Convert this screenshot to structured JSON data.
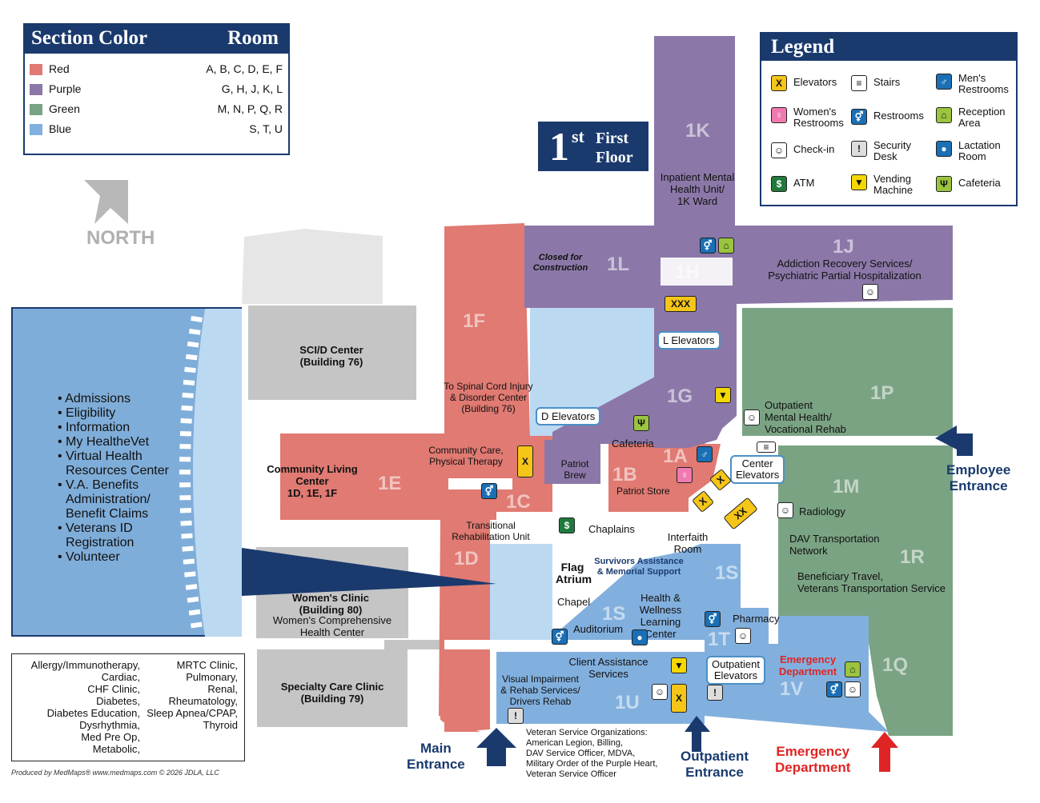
{
  "section_table": {
    "header_left": "Section Color",
    "header_right": "Room",
    "rows": [
      {
        "name": "Red",
        "rooms": "A, B, C, D, E, F",
        "color": "#e07a72"
      },
      {
        "name": "Purple",
        "rooms": "G, H, J, K, L",
        "color": "#8b78a8"
      },
      {
        "name": "Green",
        "rooms": "M, N, P, Q, R",
        "color": "#7aa383"
      },
      {
        "name": "Blue",
        "rooms": "S, T, U",
        "color": "#82b0de"
      }
    ]
  },
  "floor": {
    "number": "1",
    "suffix": "st",
    "line1": "First",
    "line2": "Floor"
  },
  "north_label": "NORTH",
  "legend": {
    "title": "Legend",
    "items": [
      {
        "label": "Elevators",
        "icon": "elevator-icon"
      },
      {
        "label": "Stairs",
        "icon": "stairs-icon"
      },
      {
        "label": "Men's\nRestrooms",
        "icon": "mens-restroom-icon"
      },
      {
        "label": "Women's\nRestrooms",
        "icon": "womens-restroom-icon"
      },
      {
        "label": "Restrooms",
        "icon": "restroom-icon"
      },
      {
        "label": "Reception\nArea",
        "icon": "reception-icon"
      },
      {
        "label": "Check-in",
        "icon": "checkin-icon"
      },
      {
        "label": "Security\nDesk",
        "icon": "security-icon"
      },
      {
        "label": "Lactation\nRoom",
        "icon": "lactation-icon"
      },
      {
        "label": "ATM",
        "icon": "atm-icon"
      },
      {
        "label": "Vending\nMachine",
        "icon": "vending-icon"
      },
      {
        "label": "Cafeteria",
        "icon": "cafeteria-icon"
      }
    ]
  },
  "info_panel": {
    "items": [
      "• Admissions",
      "• Eligibility",
      "• Information",
      "• My HealtheVet",
      "• Virtual Health\nResources Center",
      "• V.A. Benefits\nAdministration/\nBenefit Claims",
      "• Veterans ID\nRegistration",
      "• Volunteer"
    ]
  },
  "clinics_box": {
    "left": "Allergy/Immunotherapy,\nCardiac,\nCHF Clinic,\nDiabetes,\nDiabetes Education,\nDysrhythmia,\nMed Pre Op,\nMetabolic,",
    "right": "MRTC Clinic,\nPulmonary,\nRenal,\nRheumatology,\nSleep Apnea/CPAP,\nThyroid"
  },
  "buildings": {
    "scid": "SCI/D Center\n(Building 76)",
    "womens": "Women's Clinic\n(Building 80)",
    "womens_sub": "Women's Comprehensive\nHealth Center",
    "specialty": "Specialty Care Clinic\n(Building 79)",
    "clc": "Community Living\nCenter\n1D, 1E, 1F"
  },
  "rooms": {
    "1K": "1K",
    "1L": "1L",
    "1H": "1H",
    "1J": "1J",
    "1F": "1F",
    "1G": "1G",
    "1P": "1P",
    "1E": "1E",
    "1C": "1C",
    "1B": "1B",
    "1A": "1A",
    "1M": "1M",
    "1D": "1D",
    "1S": "1S",
    "1R": "1R",
    "1T": "1T",
    "1S2": "1S",
    "1Q": "1Q",
    "1V": "1V",
    "1U": "1U"
  },
  "labels": {
    "inpatient": "Inpatient Mental\nHealth Unit/\n1K Ward",
    "closed": "Closed for\nConstruction",
    "addiction": "Addiction Recovery Services/\nPsychiatric Partial Hospitalization",
    "l_elev": "L Elevators",
    "spinal": "To Spinal Cord Injury\n& Disorder Center\n(Building 76)",
    "d_elev": "D Elevators",
    "cafeteria": "Cafeteria",
    "outpatient_mh": "Outpatient\nMental Health/\nVocational Rehab",
    "community_care": "Community Care,\nPhysical Therapy",
    "patriot_brew": "Patriot\nBrew",
    "patriot_store": "Patriot Store",
    "center_elev": "Center\nElevators",
    "employee": "Employee\nEntrance",
    "radiology": "Radiology",
    "transitional": "Transitional\nRehabilitation Unit",
    "chaplains": "Chaplains",
    "interfaith": "Interfaith\nRoom",
    "dav": "DAV Transportation\nNetwork",
    "flag": "Flag\nAtrium",
    "survivors": "Survivors Assistance\n& Memorial Support",
    "beneficiary": "Beneficiary Travel,\nVeterans Transportation Service",
    "chapel": "Chapel",
    "health": "Health &\nWellness\nLearning\nCenter",
    "pharmacy": "Pharmacy",
    "auditorium": "Auditorium",
    "client": "Client Assistance\nServices",
    "op_elev": "Outpatient\nElevators",
    "emergency_dept_label": "Emergency\nDepartment",
    "visual": "Visual Impairment\n& Rehab Services/\nDrivers Rehab",
    "vso": "Veteran Service Organizations:\nAmerican Legion, Billing,\nDAV Service Officer, MDVA,\nMilitary Order of the Purple Heart,\nVeteran Service Officer",
    "main_entrance": "Main\nEntrance",
    "outpatient_entrance": "Outpatient\nEntrance",
    "emergency_entrance": "Emergency\nDepartment"
  },
  "footer": "Produced by MedMaps® www.medmaps.com © 2026 JDLA, LLC",
  "colors": {
    "red": "#e07a72",
    "purple": "#8b78a8",
    "green": "#7aa383",
    "blue": "#82b0de",
    "navy": "#1a3a6e",
    "gray": "#c8c8c8",
    "emergency": "#e02424"
  }
}
